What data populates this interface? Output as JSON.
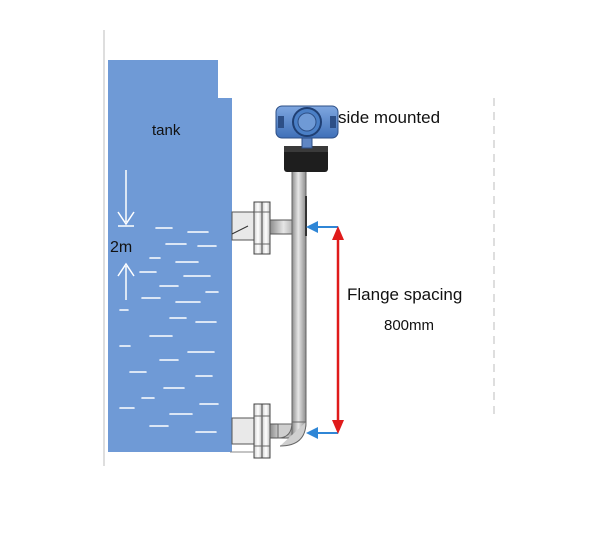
{
  "labels": {
    "tank": "tank",
    "level_height": "2m",
    "mount": "side mounted",
    "spacing_title": "Flange spacing",
    "spacing_value": "800mm"
  },
  "colors": {
    "tank_fill": "#6f9ad6",
    "liquid_marks": "#ffffff",
    "pipe": "#b3b3b3",
    "dimension_line": "#e01b1b",
    "flange_arrow": "#2f86d6",
    "transmitter": "#4a7fc6",
    "housing": "#1e1e1e"
  }
}
